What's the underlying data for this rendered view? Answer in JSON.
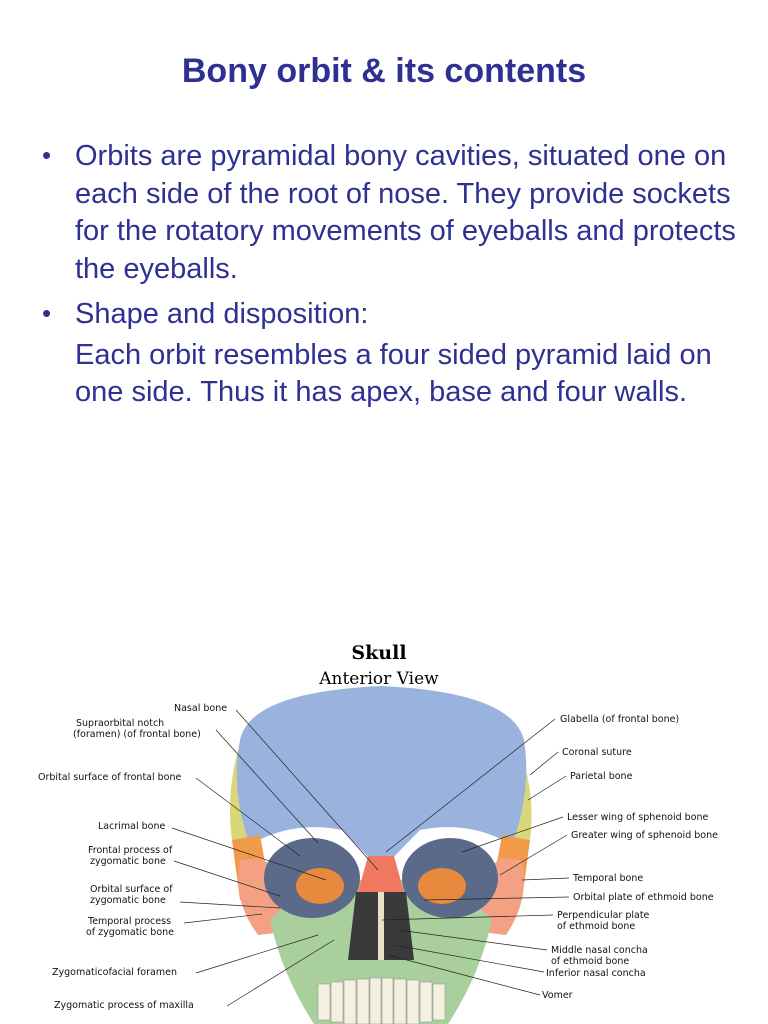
{
  "slide": {
    "title": "Bony orbit & its contents",
    "bullets": [
      {
        "text": "Orbits are pyramidal bony cavities, situated one on each side of the root of nose. They provide sockets for the rotatory movements of eyeballs and protects the eyeballs."
      },
      {
        "text": "Shape and disposition:",
        "sub": "Each orbit resembles a four sided pyramid laid on one side. Thus it has apex, base and four walls."
      }
    ],
    "bullet_glyph": "•"
  },
  "figure": {
    "title": "Skull",
    "subtitle": "Anterior View",
    "labels_left": {
      "nasal_bone": "Nasal bone",
      "supraorbital_1": "Supraorbital notch",
      "supraorbital_2": "(foramen) (of frontal bone)",
      "orbital_surface_frontal": "Orbital surface of frontal bone",
      "lacrimal": "Lacrimal bone",
      "frontal_process_1": "Frontal process of",
      "frontal_process_2": "zygomatic bone",
      "orbital_surface_zyg_1": "Orbital surface of",
      "orbital_surface_zyg_2": "zygomatic bone",
      "temporal_process_1": "Temporal process",
      "temporal_process_2": "of zygomatic bone",
      "zygomaticofacial": "Zygomaticofacial foramen",
      "zygomatic_process": "Zygomatic process of maxilla"
    },
    "labels_right": {
      "glabella": "Glabella (of frontal bone)",
      "coronal": "Coronal suture",
      "parietal": "Parietal bone",
      "lesser_wing": "Lesser wing of sphenoid bone",
      "greater_wing": "Greater wing of sphenoid bone",
      "temporal": "Temporal bone",
      "orbital_plate": "Orbital plate of ethmoid bone",
      "perpendicular_1": "Perpendicular plate",
      "perpendicular_2": "of ethmoid bone",
      "middle_concha_1": "Middle nasal concha",
      "middle_concha_2": "of ethmoid bone",
      "inferior_concha": "Inferior nasal concha",
      "vomer": "Vomer"
    },
    "colors": {
      "frontal": "#9ab3de",
      "parietal": "#d9d77a",
      "sphenoid": "#f09a4a",
      "zygomatic": "#f3a083",
      "maxilla": "#a8cf9c",
      "nasal": "#f07860",
      "teeth": "#f4f0e0"
    }
  }
}
